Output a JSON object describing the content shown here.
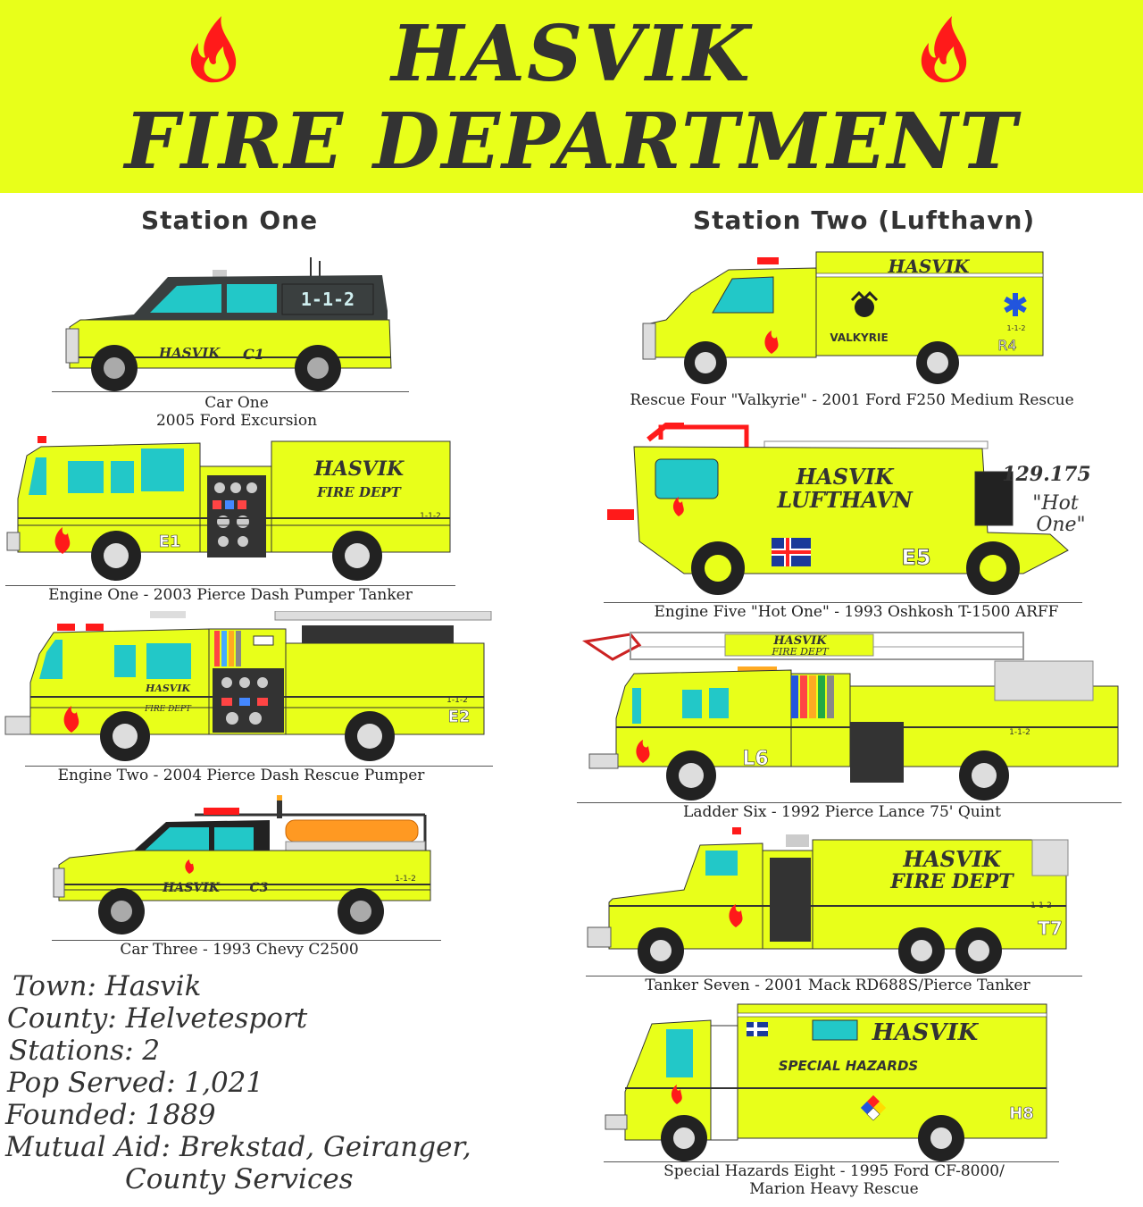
{
  "header": {
    "line1": "HASVIK",
    "line2": "FIRE DEPARTMENT"
  },
  "colors": {
    "banner": "#e8ff1a",
    "truck": "#e8ff1a",
    "flame": "#ff1a1a",
    "window": "#22c8c8"
  },
  "stations": {
    "one": "Station One",
    "two": "Station Two (Lufthavn)"
  },
  "vehicles": {
    "car1": {
      "line1": "Car One",
      "line2": "2005 Ford Excursion",
      "door": "HASVIK",
      "unit": "C1",
      "roof": "1-1-2"
    },
    "engine1": {
      "line1": "Engine One - 2003 Pierce Dash Pumper Tanker",
      "side1": "HASVIK",
      "side2": "FIRE DEPT",
      "unit": "E1",
      "num": "1-1-2"
    },
    "engine2": {
      "line1": "Engine Two - 2004 Pierce Dash Rescue Pumper",
      "side1": "HASVIK",
      "side2": "FIRE DEPT",
      "unit": "E2",
      "num": "1-1-2"
    },
    "car3": {
      "line1": "Car Three - 1993 Chevy C2500",
      "door": "HASVIK",
      "unit": "C3",
      "num": "1-1-2"
    },
    "rescue4": {
      "line1": "Rescue Four \"Valkyrie\" - 2001 Ford F250 Medium Rescue",
      "side": "HASVIK",
      "name": "VALKYRIE",
      "unit": "R4",
      "num": "1-1-2"
    },
    "engine5": {
      "line1": "Engine Five \"Hot One\" - 1993 Oshkosh T-1500 ARFF",
      "side1": "HASVIK",
      "side2": "LUFTHAVN",
      "freq": "129.175",
      "nick1": "\"Hot",
      "nick2": "One\"",
      "unit": "E5"
    },
    "ladder6": {
      "line1": "Ladder Six - 1992 Pierce Lance 75' Quint",
      "side1": "HASVIK",
      "side2": "FIRE DEPT",
      "unit": "L6",
      "num": "1-1-2"
    },
    "tanker7": {
      "line1": "Tanker Seven - 2001 Mack RD688S/Pierce Tanker",
      "side1": "HASVIK",
      "side2": "FIRE DEPT",
      "unit": "T7",
      "num": "1-1-2"
    },
    "hazards8": {
      "line1": "Special Hazards Eight - 1995 Ford CF-8000/",
      "line2": "Marion Heavy Rescue",
      "side1": "HASVIK",
      "side2": "SPECIAL HAZARDS",
      "unit": "H8"
    }
  },
  "info": {
    "town": "Town: Hasvik",
    "county": "County: Helvetesport",
    "stations": "Stations: 2",
    "pop": "Pop Served: 1,021",
    "founded": "Founded: 1889",
    "aid1": "Mutual Aid: Brekstad, Geiranger,",
    "aid2": "County Services"
  }
}
